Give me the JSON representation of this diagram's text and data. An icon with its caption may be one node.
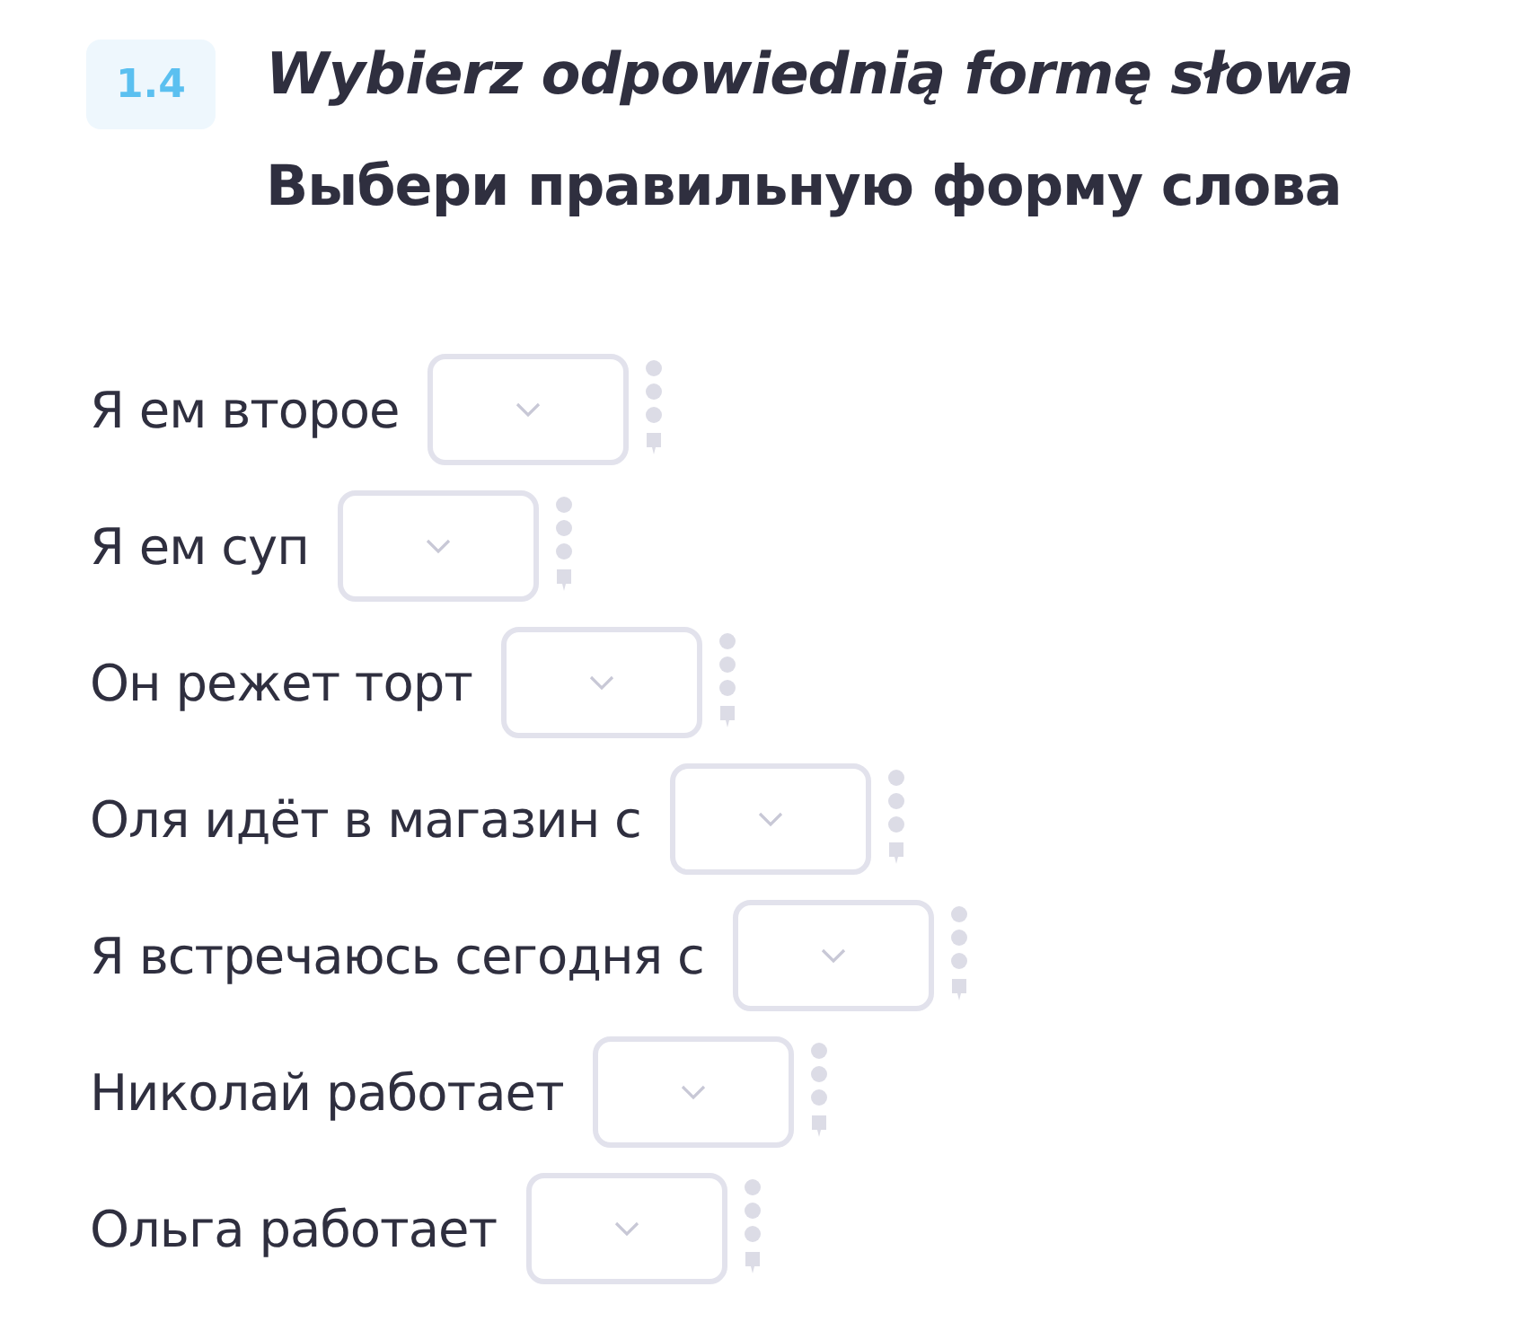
{
  "diagram": {
    "labels": [
      "1.4",
      "Wybierz odpowiednią formę słowa",
      "Выбери правильную форму слова",
      "Я ем второе",
      "Я ем суп",
      "Он режет торт",
      "Оля идёт в магазин с",
      "Я встречаюсь сегодня с",
      "Николай работает",
      "Ольга работает"
    ]
  }
}
